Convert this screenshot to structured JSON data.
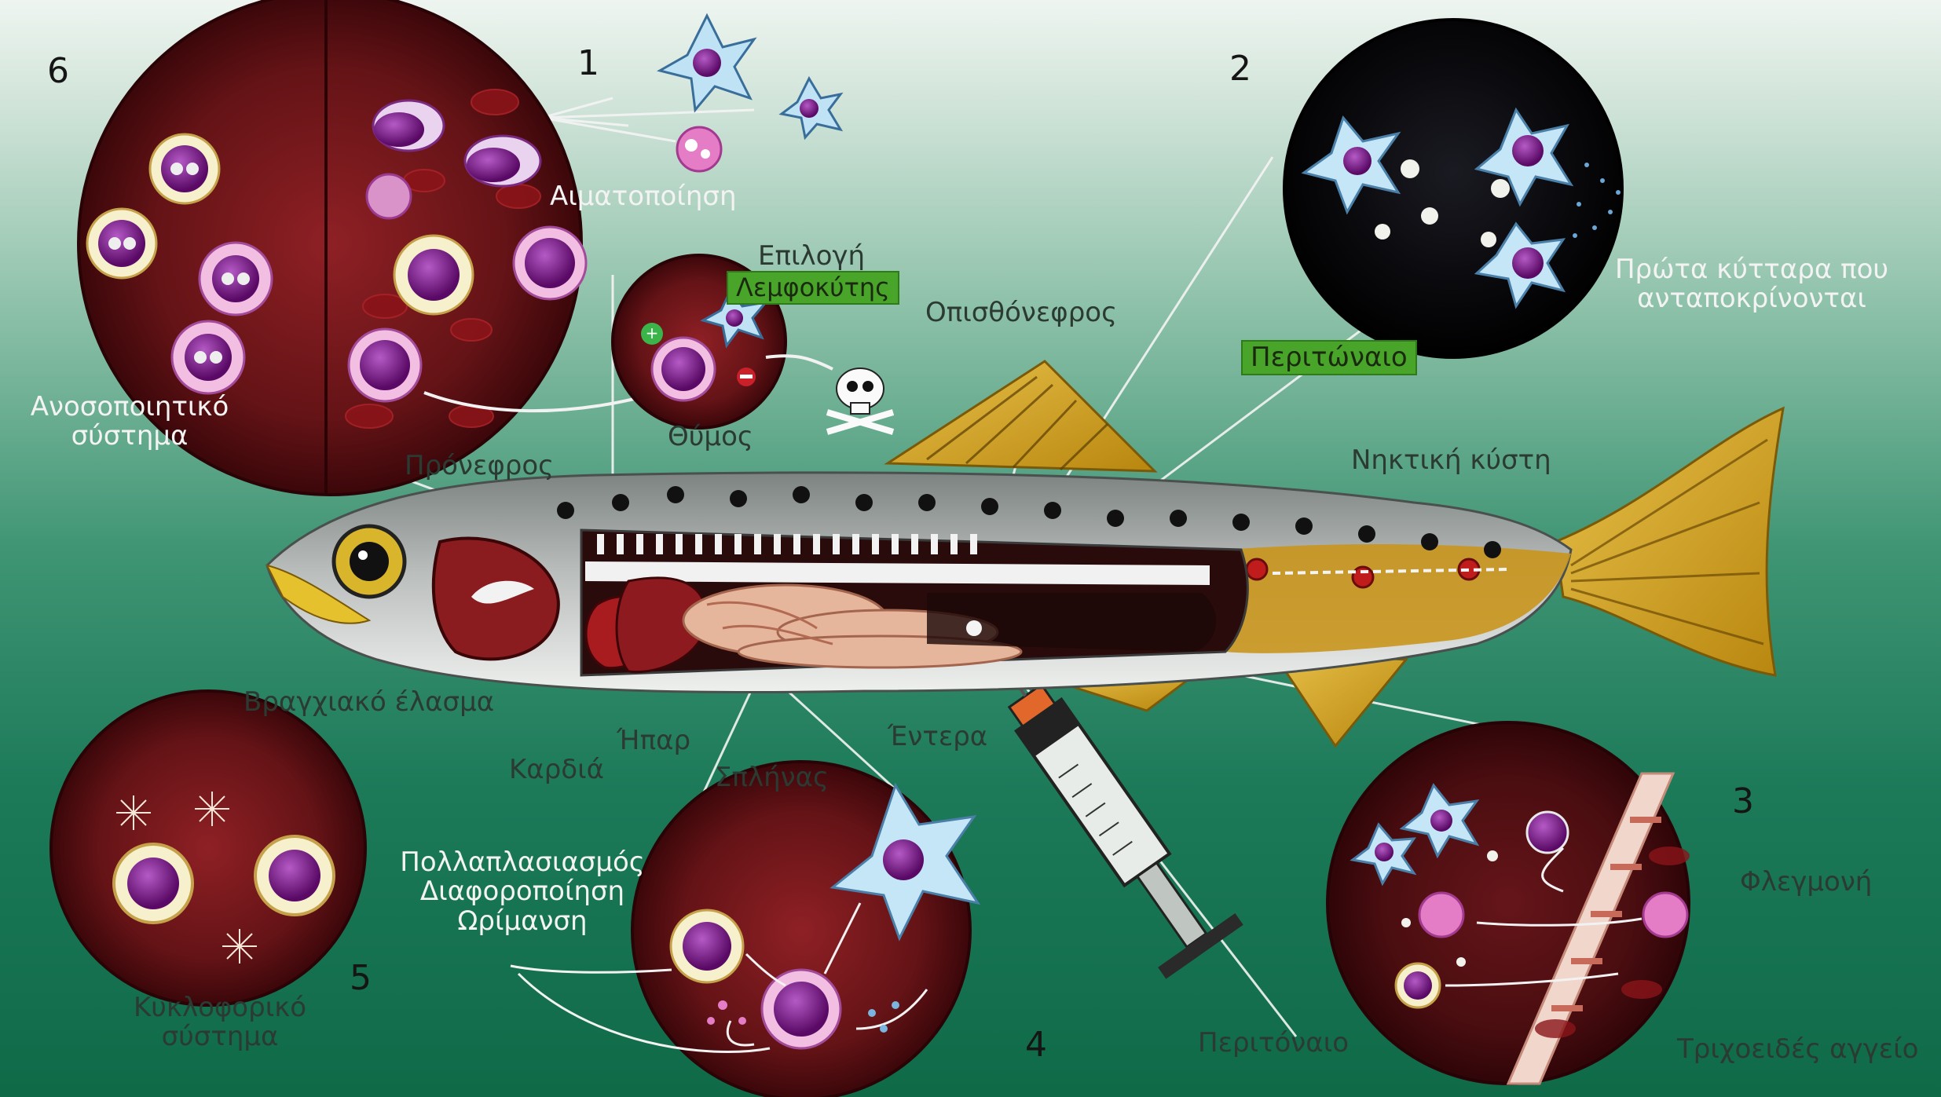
{
  "numbers": {
    "n1": "1",
    "n2": "2",
    "n3": "3",
    "n4": "4",
    "n5": "5",
    "n6": "6"
  },
  "labels": {
    "aimatopoiisi": "Αιματοποίηση",
    "epilogi": "Επιλογή",
    "lemfokytis": "Λεμφοκύτης",
    "opisthonefros": "Οπισθόνεφρος",
    "protonefros": "Πρόνεφρος",
    "thymos": "Θύμος",
    "anosopoiitiko_1": "Ανοσοποιητικό",
    "anosopoiitiko_2": "σύστημα",
    "peritonaio_tag": "Περιτώναιο",
    "prota_kyttara_1": "Πρώτα κύτταρα που",
    "prota_kyttara_2": "ανταποκρίνονται",
    "nyktiki_kysti": "Νηκτική κύστη",
    "vragxiako": "Βραγχιακό έλασμα",
    "kardia": "Καρδιά",
    "ipar": "Ήπαρ",
    "entera": "Έντερα",
    "splinas": "Σπλήνας",
    "pollaplasiasmos_1": "Πολλαπλασιασμός",
    "pollaplasiasmos_2": "Διαφοροποίηση",
    "pollaplasiasmos_3": "Ωρίμανση",
    "kykloforiko_1": "Κυκλοφορικό",
    "kykloforiko_2": "σύστημα",
    "peritonaio_bottom": "Περιτόναιο",
    "flegmoni": "Φλεγμονή",
    "trichoeides": "Τριχοειδές αγγείο"
  },
  "colors": {
    "circle_bg": "#6b1518",
    "circle_dark": "#2a0608",
    "lymphocyte": "#8a1f86",
    "tag_green": "#49a52a",
    "fin_gold": "#d9a92a",
    "fish_grey": "#9da3a0"
  }
}
